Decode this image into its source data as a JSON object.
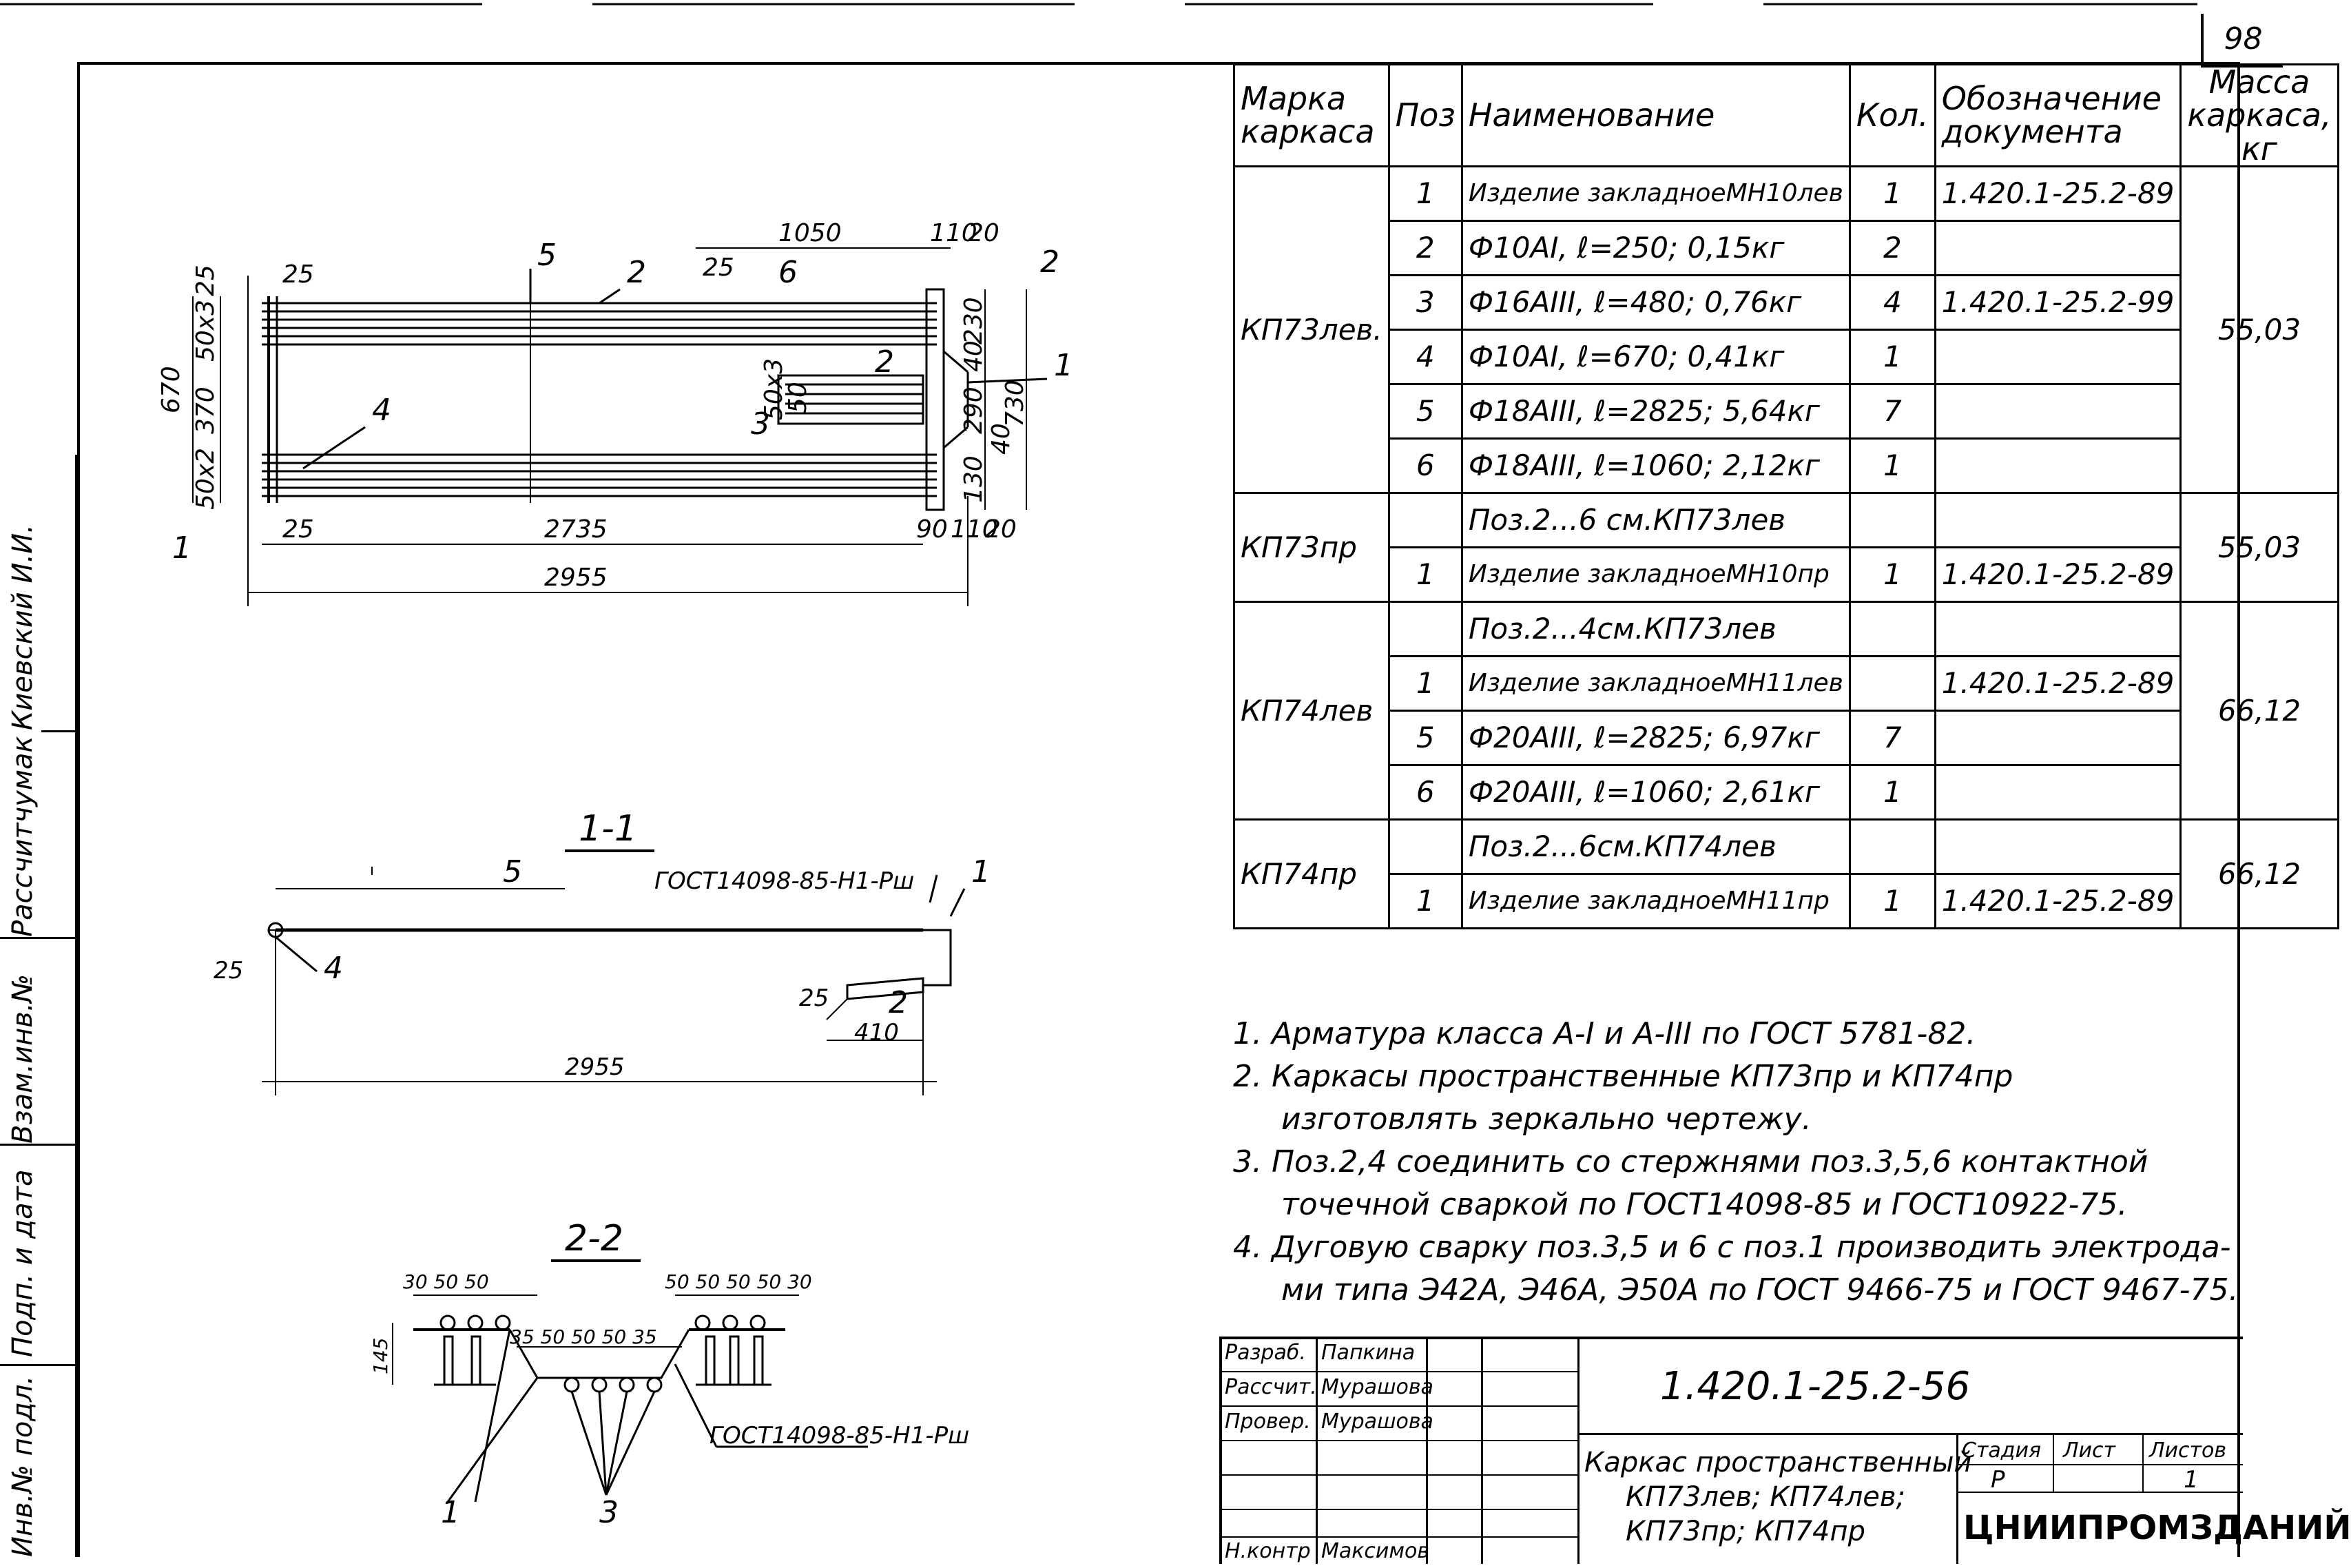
{
  "sheet_number": "98",
  "table": {
    "headers": {
      "mark": [
        "Марка",
        "каркаса"
      ],
      "pos": "Поз",
      "name": "Наименование",
      "qty": "Кол.",
      "doc": [
        "Обозначение",
        "документа"
      ],
      "mass": [
        "Масса",
        "каркаса,",
        "кг"
      ]
    },
    "groups": [
      {
        "mark": "КП73лев.",
        "mass": "55,03",
        "rows": [
          {
            "pos": "1",
            "name": "Изделие закладноеМН10лев",
            "qty": "1",
            "doc": "1.420.1-25.2-89"
          },
          {
            "pos": "2",
            "name": "Ф10АI, ℓ=250; 0,15кг",
            "qty": "2",
            "doc": ""
          },
          {
            "pos": "3",
            "name": "Ф16АIII, ℓ=480; 0,76кг",
            "qty": "4",
            "doc": "1.420.1-25.2-99"
          },
          {
            "pos": "4",
            "name": "Ф10АI, ℓ=670; 0,41кг",
            "qty": "1",
            "doc": ""
          },
          {
            "pos": "5",
            "name": "Ф18АIII, ℓ=2825; 5,64кг",
            "qty": "7",
            "doc": ""
          },
          {
            "pos": "6",
            "name": "Ф18АIII, ℓ=1060; 2,12кг",
            "qty": "1",
            "doc": ""
          }
        ]
      },
      {
        "mark": "КП73пр",
        "mass": "55,03",
        "rows": [
          {
            "pos": "",
            "name": "Поз.2...6 см.КП73лев",
            "qty": "",
            "doc": ""
          },
          {
            "pos": "1",
            "name": "Изделие закладноеМН10пр",
            "qty": "1",
            "doc": "1.420.1-25.2-89"
          }
        ]
      },
      {
        "mark": "КП74лев",
        "mass": "66,12",
        "rows": [
          {
            "pos": "",
            "name": "Поз.2...4см.КП73лев",
            "qty": "",
            "doc": ""
          },
          {
            "pos": "1",
            "name": "Изделие закладноеМН11лев",
            "qty": "",
            "doc": "1.420.1-25.2-89"
          },
          {
            "pos": "5",
            "name": "Ф20АIII, ℓ=2825; 6,97кг",
            "qty": "7",
            "doc": ""
          },
          {
            "pos": "6",
            "name": "Ф20АIII, ℓ=1060; 2,61кг",
            "qty": "1",
            "doc": ""
          }
        ]
      },
      {
        "mark": "КП74пр",
        "mass": "66,12",
        "rows": [
          {
            "pos": "",
            "name": "Поз.2...6см.КП74лев",
            "qty": "",
            "doc": ""
          },
          {
            "pos": "1",
            "name": "Изделие закладноеМН11пр",
            "qty": "1",
            "doc": "1.420.1-25.2-89"
          }
        ]
      }
    ]
  },
  "notes": [
    "1. Арматура класса А-I и А-III по ГОСТ 5781-82.",
    "2. Каркасы пространственные КП73пр и КП74пр",
    "изготовлять зеркально чертежу.",
    "3. Поз.2,4 соединить со стержнями поз.3,5,6 контактной",
    "точечной сваркой по ГОСТ14098-85 и ГОСТ10922-75.",
    "4. Дуговую сварку поз.3,5 и 6 с поз.1 производить электрода-",
    "ми типа Э42А, Э46А, Э50А по ГОСТ 9466-75 и ГОСТ 9467-75."
  ],
  "plan_view": {
    "dims": {
      "d1050": "1050",
      "d110": "110",
      "d20": "20",
      "d25a": "25",
      "d670": "670",
      "d370": "370",
      "d50x3": "50х3",
      "d50x2": "50х2",
      "d25b": "25",
      "d25c": "25",
      "d2735": "2735",
      "d2955": "2955",
      "d230": "230",
      "d40a": "40",
      "d730": "730",
      "d290": "290",
      "d40b": "40",
      "d130": "130",
      "d90": "90",
      "d110b": "110",
      "d20b": "20",
      "d50": "50",
      "d50x3b": "50х3",
      "d25d": "25"
    },
    "callouts": {
      "p1": "1",
      "p2": "2",
      "p2b": "2",
      "p3": "3",
      "p4": "4",
      "p5": "5",
      "p6": "6",
      "s1": "1",
      "s2": "2"
    }
  },
  "section_1_1": {
    "title": "1-1",
    "weld": "ГОСТ14098-85-Н1-Рш",
    "dims": {
      "d25": "25",
      "d25b": "25",
      "d410": "410",
      "d2955": "2955"
    },
    "callouts": {
      "p5": "5",
      "p1": "1",
      "p4": "4",
      "p2": "2"
    }
  },
  "section_2_2": {
    "title": "2-2",
    "weld": "ГОСТ14098-85-Н1-Рш",
    "dims_left": "30 50 50",
    "dims_mid": "35 50 50 50 35",
    "dims_right": "50 50 50 50 30",
    "d145": "145",
    "callouts": {
      "p1": "1",
      "p3": "3"
    }
  },
  "title_block": {
    "code": "1.420.1-25.2-56",
    "roles": [
      "Разраб.",
      "Рассчит.",
      "Провер.",
      "",
      "",
      "Н.контр"
    ],
    "names": [
      "Папкина",
      "Мурашова",
      "Мурашова",
      "",
      "",
      "Максимов"
    ],
    "title_lines": [
      "Каркас пространственный",
      "КП73лев; КП74лев;",
      "КП73пр; КП74пр"
    ],
    "stage_label": "Стадия",
    "sheet_label": "Лист",
    "sheets_label": "Листов",
    "stage": "Р",
    "sheet": "",
    "sheets": "1",
    "org": "ЦНИИПРОМЗДАНИЙ"
  },
  "side_strip": {
    "inv_podl": "Инв.№ подл.",
    "podp_data": "Подп. и дата",
    "vzam": "Взам.инв.№",
    "name1": "Рассчитчумак",
    "name2": "Киевский И.И."
  }
}
